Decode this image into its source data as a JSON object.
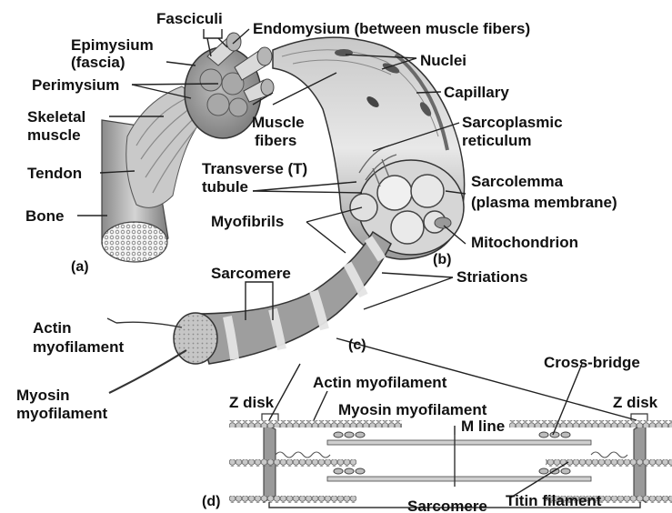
{
  "labels": {
    "fasciculi": "Fasciculi",
    "endomysium": "Endomysium (between muscle fibers)",
    "epimysium_1": "Epimysium",
    "epimysium_2": "(fascia)",
    "nuclei": "Nuclei",
    "perimysium": "Perimysium",
    "capillary": "Capillary",
    "skeletal_1": "Skeletal",
    "skeletal_2": "muscle",
    "muscle_fibers_1": "Muscle",
    "muscle_fibers_2": "fibers",
    "sarcoplasmic_1": "Sarcoplasmic",
    "sarcoplasmic_2": "reticulum",
    "tendon": "Tendon",
    "transverse_1": "Transverse (T)",
    "transverse_2": "tubule",
    "sarcolemma_1": "Sarcolemma",
    "sarcolemma_2": "(plasma membrane)",
    "bone": "Bone",
    "myofibrils": "Myofibrils",
    "mitochondrion": "Mitochondrion",
    "part_a": "(a)",
    "part_b": "(b)",
    "sarcomere_top": "Sarcomere",
    "striations": "Striations",
    "actin_1": "Actin",
    "actin_2": "myofilament",
    "part_c": "(c)",
    "cross_bridge": "Cross-bridge",
    "actin_myofilament": "Actin myofilament",
    "myosin_1": "Myosin",
    "myosin_2": "myofilament",
    "z_disk_left": "Z disk",
    "myosin_myofilament": "Myosin myofilament",
    "z_disk_right": "Z disk",
    "m_line": "M line",
    "part_d": "(d)",
    "sarcomere_bottom": "Sarcomere",
    "titin": "Titin filament"
  }
}
